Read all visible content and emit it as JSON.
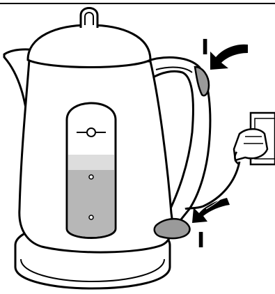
{
  "figure": {
    "step_number": ")",
    "top_switch_label": "I",
    "bottom_switch_label": "I"
  },
  "colors": {
    "stroke": "#000000",
    "background": "#ffffff",
    "water": "#b7b7b7",
    "water_light": "#dddddd",
    "switch": "#9a9a9a"
  },
  "icons": [
    "kettle-illustration",
    "power-plug-icon",
    "wall-socket-icon",
    "arrow-icon"
  ]
}
